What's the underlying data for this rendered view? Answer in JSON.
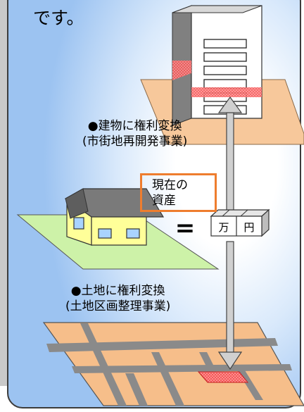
{
  "intro_text": "です。",
  "caption_building": {
    "line1": "●建物に権利変換",
    "line2": "(市街地再開発事業)"
  },
  "current_assets": {
    "line1": "現在の",
    "line2": "資産"
  },
  "equals_sign": "=",
  "money_box": {
    "left_char": "万",
    "right_char": "円"
  },
  "caption_land": {
    "line1": "●土地に権利変換",
    "line2": "(土地区画整理事業)"
  },
  "colors": {
    "panel_border": "#3c3c3c",
    "panel_blue": "#9cc3f1",
    "lot_peach": "#f7c89b",
    "lot_green": "#cdf2a8",
    "building_red_band": "#f24c4c",
    "asset_box_border": "#ee7d2e",
    "house_wall": "#ffff99",
    "house_roof": "#7a7a7a",
    "land_orange": "#f6be8a",
    "road_gray": "#8a8a8a",
    "arrow_gray": "#d0d0d0"
  }
}
